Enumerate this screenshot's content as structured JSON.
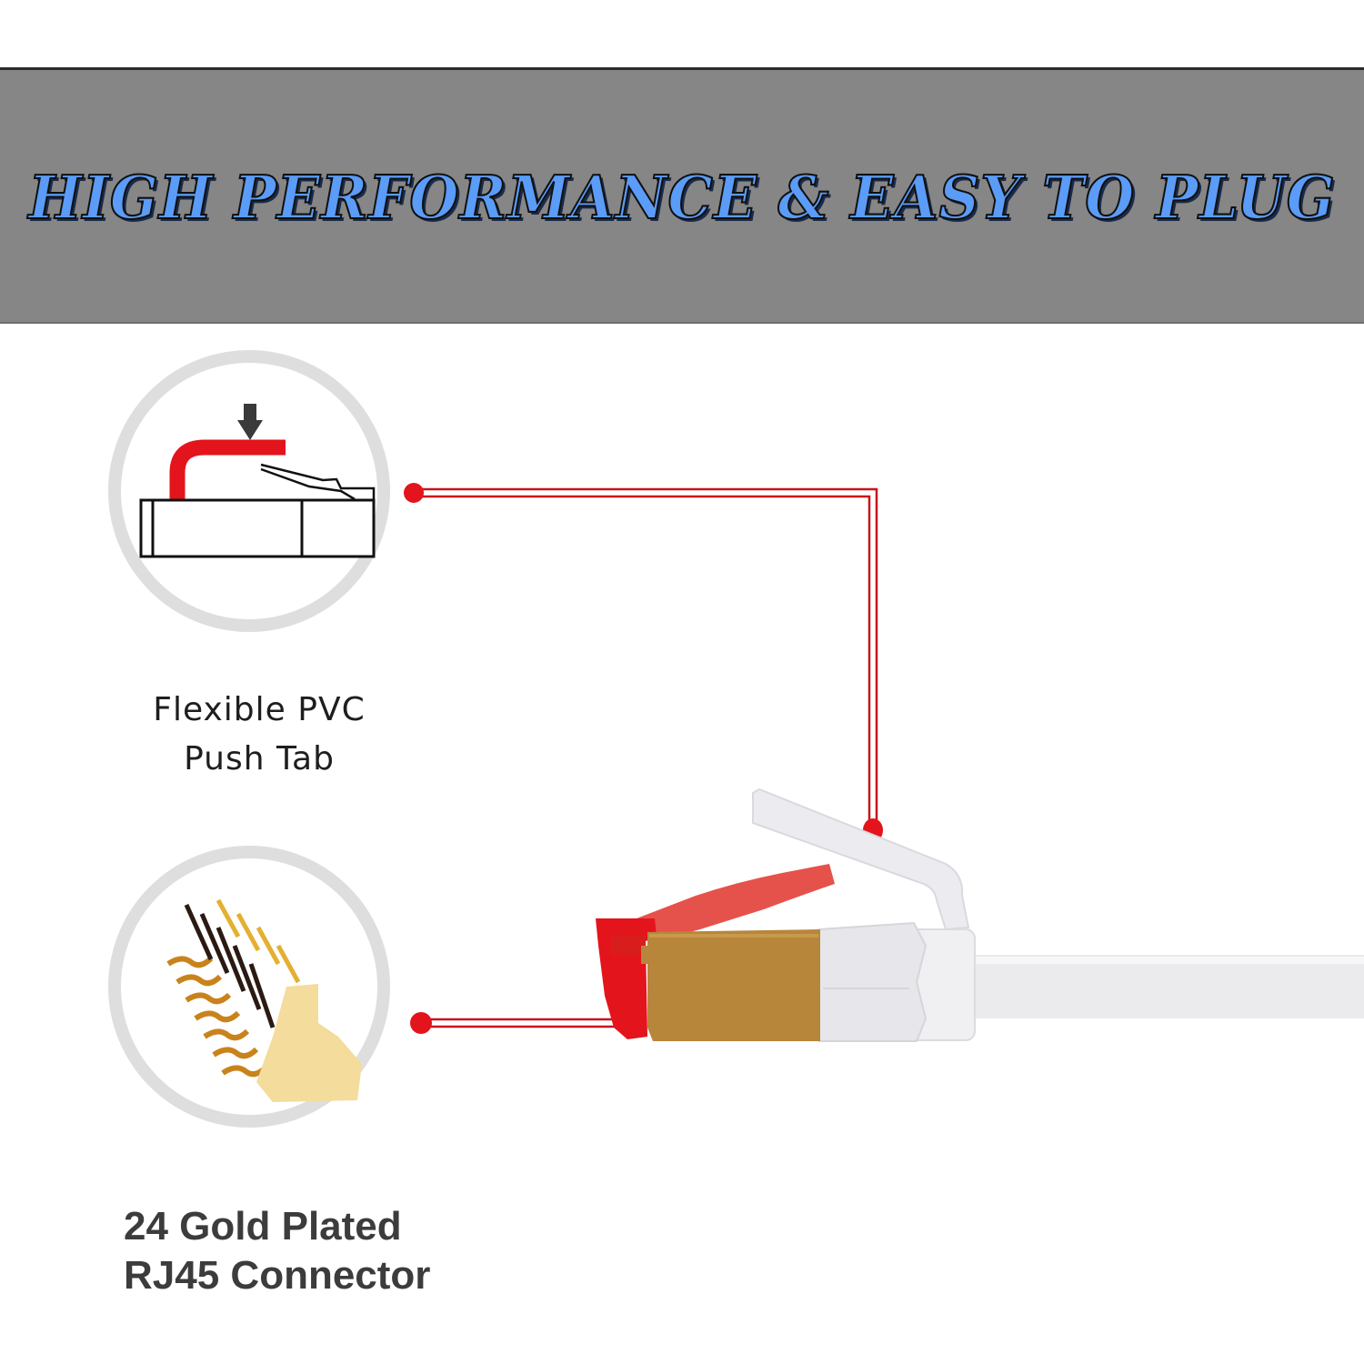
{
  "banner": {
    "title": "HIGH PERFORMANCE & EASY TO PLUG",
    "background_color": "#868686",
    "title_color": "#5a9cf7"
  },
  "features": [
    {
      "id": "push-tab",
      "label_line1": "Flexible PVC",
      "label_line2": "Push Tab",
      "icon": "push-tab-diagram-icon"
    },
    {
      "id": "gold-connector",
      "label_line1": "24 Gold Plated",
      "label_line2": "RJ45 Connector",
      "icon": "gold-pins-icon"
    }
  ],
  "colors": {
    "callout_red": "#e3141b",
    "circle_ring": "#dedede",
    "gold_shield": "#b8863b",
    "plug_white": "#e8e8ec"
  }
}
